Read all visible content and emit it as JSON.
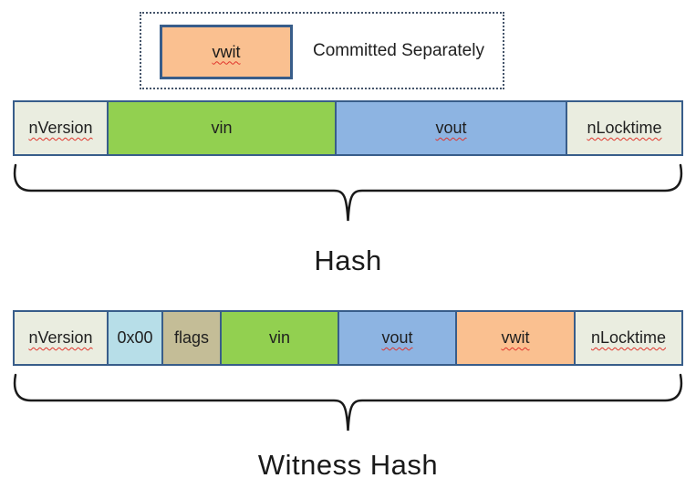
{
  "legend": {
    "box_label": "vwit",
    "box_fill": "#FAC090",
    "caption": "Committed Separately"
  },
  "colors": {
    "cell_border": "#385D8A",
    "legend_border": "#44546A",
    "brace_stroke": "#1A1A1A",
    "misspell_underline": "#E0342B"
  },
  "hash_row": {
    "brace_label": "Hash",
    "cells": [
      {
        "label": "nVersion",
        "fill": "#EAEDE0",
        "misspelled": true
      },
      {
        "label": "vin",
        "fill": "#92D050",
        "misspelled": false
      },
      {
        "label": "vout",
        "fill": "#8DB4E2",
        "misspelled": true
      },
      {
        "label": "nLocktime",
        "fill": "#EAEDE0",
        "misspelled": true
      }
    ]
  },
  "witness_row": {
    "brace_label": "Witness Hash",
    "cells": [
      {
        "label": "nVersion",
        "fill": "#EAEDE0",
        "misspelled": true
      },
      {
        "label": "0x00",
        "fill": "#B7DEE8",
        "misspelled": false
      },
      {
        "label": "flags",
        "fill": "#C4BD97",
        "misspelled": false
      },
      {
        "label": "vin",
        "fill": "#92D050",
        "misspelled": false
      },
      {
        "label": "vout",
        "fill": "#8DB4E2",
        "misspelled": true
      },
      {
        "label": "vwit",
        "fill": "#FAC090",
        "misspelled": true
      },
      {
        "label": "nLocktime",
        "fill": "#EAEDE0",
        "misspelled": true
      }
    ]
  }
}
